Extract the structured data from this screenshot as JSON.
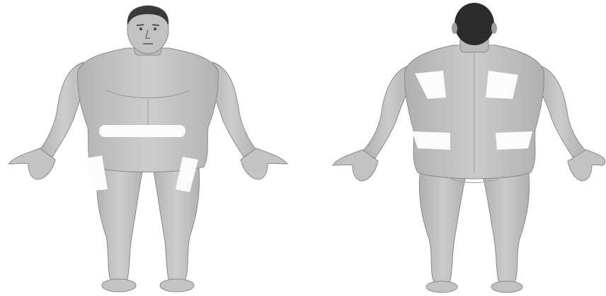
{
  "figure": {
    "views": [
      "front",
      "back"
    ],
    "colors": {
      "background": "#ffffff",
      "skin": "#c6c6c6",
      "skin_shadow": "#a9a9a9",
      "outline": "#8a8a8a",
      "hair": "#2b2b2b",
      "highlight_zone": "#fbfbfb"
    },
    "front_view": {
      "highlighted_regions": [
        "lower-abdomen",
        "left-outer-thigh",
        "right-outer-thigh"
      ]
    },
    "back_view": {
      "highlighted_regions": [
        "left-upper-back",
        "right-upper-back",
        "left-upper-buttock",
        "right-upper-buttock"
      ]
    }
  }
}
